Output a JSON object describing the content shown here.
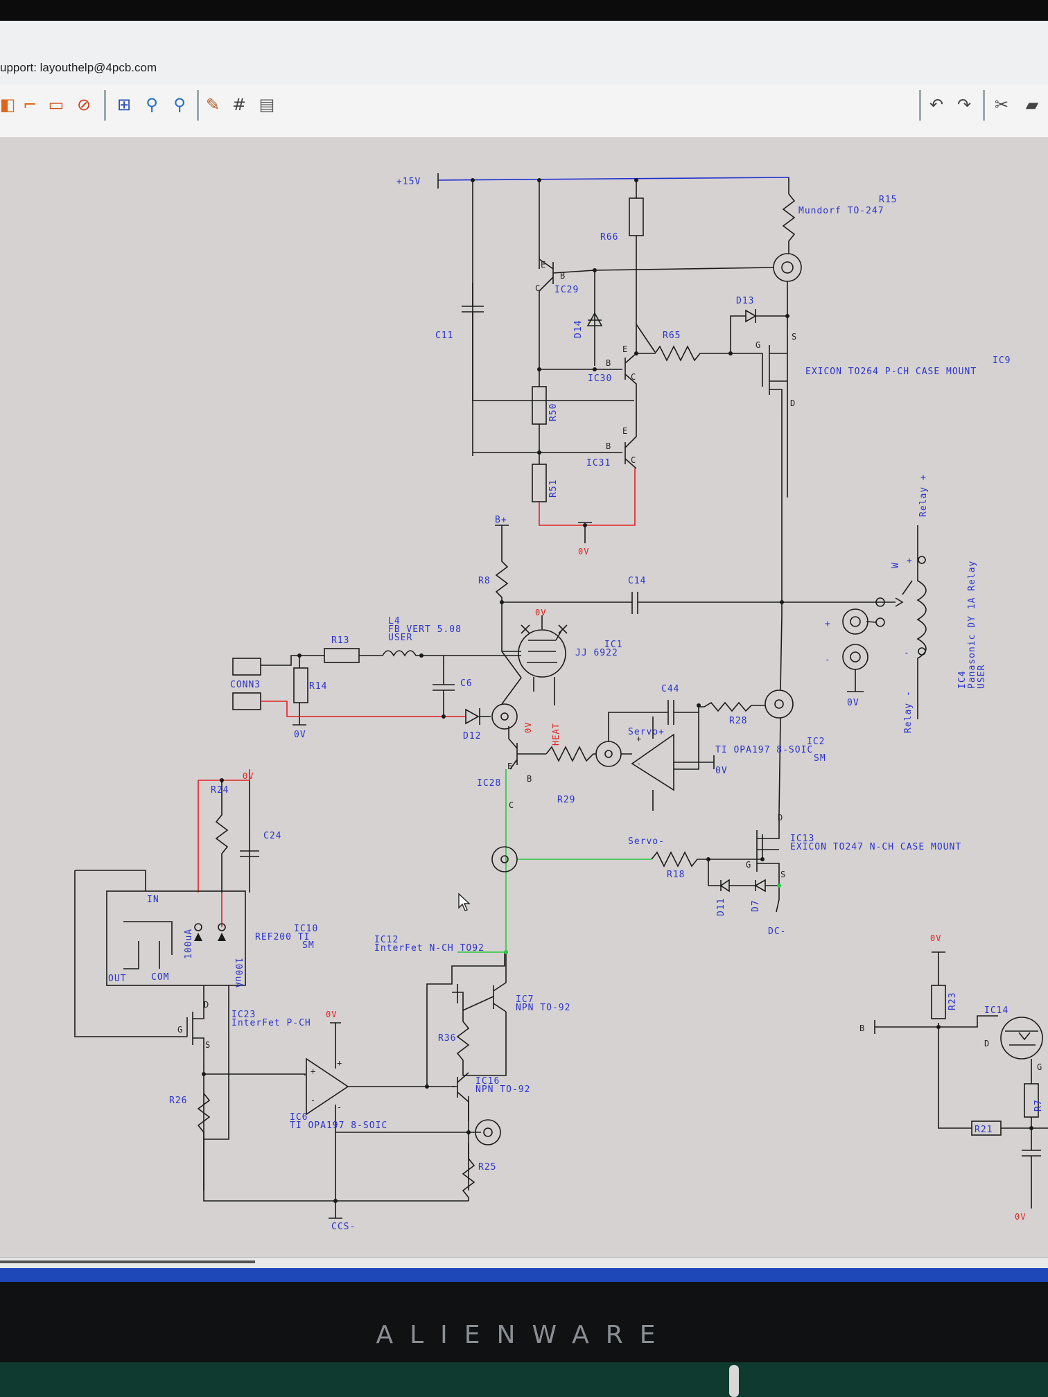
{
  "window": {
    "support_text": "upport: layouthelp@4pcb.com"
  },
  "toolbar": {
    "left_icons": [
      "component-tool-icon",
      "document-tool-icon",
      "rectangle-tool-icon",
      "no-entry-icon",
      "fit-view-icon",
      "zoom-in-icon",
      "zoom-out-icon",
      "palette-icon",
      "grid-icon",
      "properties-icon"
    ],
    "right_icons": [
      "undo-icon",
      "redo-icon",
      "cut-icon",
      "paste-icon"
    ]
  },
  "colors": {
    "wire": "#1a1a1a",
    "label": "#2a33c9",
    "net_red": "#e02020",
    "net_green": "#28c840",
    "rail_blue": "#2030d0",
    "canvas": "#d6d2d1"
  },
  "schematic": {
    "supply_plus15": "+15V",
    "zero_v": "0V",
    "b_plus": "B+",
    "dc_minus": "DC-",
    "ccs_minus": "CCS-",
    "r66": "R66",
    "r15": "R15",
    "r15_desc": "Mundorf TO-247",
    "ic29": "IC29",
    "c11": "C11",
    "d14": "D14",
    "d13": "D13",
    "r65": "R65",
    "ic30": "IC30",
    "ic9": "IC9",
    "ic9_desc": "EXICON TO264 P-CH CASE MOUNT",
    "r50": "R50",
    "ic31": "IC31",
    "r51": "R51",
    "r8": "R8",
    "c14": "C14",
    "l4": "L4",
    "l4_desc1": "FB VERT 5.08",
    "l4_desc2": "USER",
    "r13": "R13",
    "r14": "R14",
    "conn3": "CONN3",
    "c6": "C6",
    "ic1": "IC1",
    "ic1_desc": "JJ 6922",
    "heat": "HEAT",
    "d12": "D12",
    "c44": "C44",
    "r28": "R28",
    "servo_plus": "Servo+",
    "servo_minus": "Servo-",
    "ic2": "IC2",
    "ic2_desc1": "TI OPA197 8-SOIC",
    "ic2_desc2": "SM",
    "ic28": "IC28",
    "r29": "R29",
    "r18": "R18",
    "ic13": "IC13",
    "ic13_desc": "EXICON TO247 N-CH CASE MOUNT",
    "d11": "D11",
    "d7": "D7",
    "r24": "R24",
    "c24": "C24",
    "ic10": "IC10",
    "ic10_desc1": "REF200 TI",
    "ic10_desc2": "SM",
    "ic10_in": "IN",
    "ic10_out": "OUT",
    "ic10_com": "COM",
    "ic10_100ua_a": "100uA",
    "ic10_100ua_b": "100uA",
    "ic23": "IC23",
    "ic23_desc": "InterFet P-CH",
    "r26": "R26",
    "ic6": "IC6",
    "ic6_desc": "TI OPA197 8-SOIC",
    "ic12": "IC12",
    "ic12_desc": "InterFet N-CH TO92",
    "ic7": "IC7",
    "ic7_desc": "NPN TO-92",
    "r36": "R36",
    "ic16": "IC16",
    "ic16_desc": "NPN TO-92",
    "r25": "R25",
    "ic4": "IC4",
    "ic4_desc1": "Panasonic DY 1A Relay",
    "ic4_desc2": "USER",
    "relay_plus": "Relay +",
    "relay_minus": "Relay -",
    "r23": "R23",
    "ic14": "IC14",
    "b_label": "B",
    "r7": "R7",
    "r21": "R21",
    "pin_e": "E",
    "pin_b": "B",
    "pin_c": "C",
    "pin_g": "G",
    "pin_s": "S",
    "pin_d": "D",
    "pin_w": "W",
    "plus": "+",
    "minus": "-"
  },
  "monitor": {
    "brand": "ALIENWARE"
  }
}
